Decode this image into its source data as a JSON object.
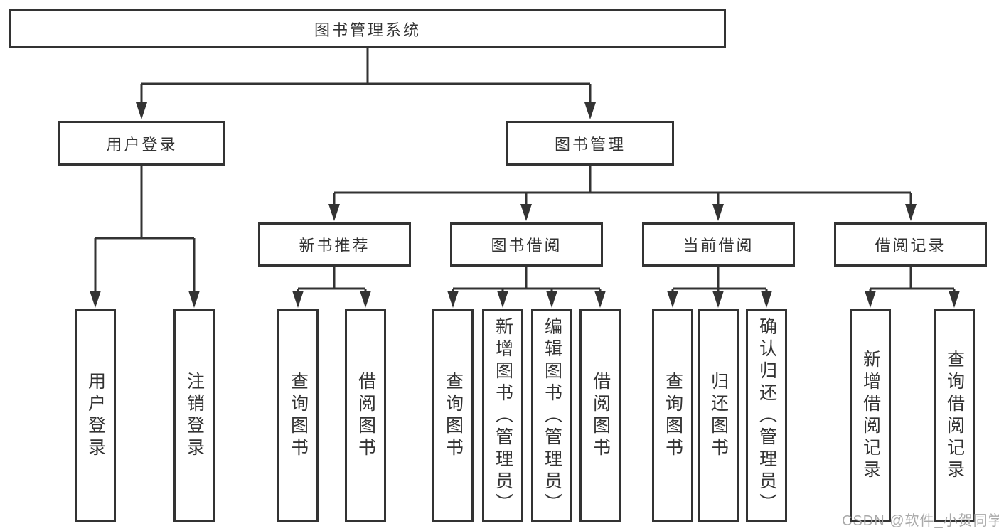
{
  "tree": {
    "root": {
      "label": "图书管理系统"
    },
    "branches": [
      {
        "label": "用户登录",
        "children": [
          {
            "label": "用户登录"
          },
          {
            "label": "注销登录"
          }
        ]
      },
      {
        "label": "图书管理",
        "children": [
          {
            "label": "新书推荐",
            "children": [
              {
                "label": "查询图书"
              },
              {
                "label": "借阅图书"
              }
            ]
          },
          {
            "label": "图书借阅",
            "children": [
              {
                "label": "查询图书"
              },
              {
                "label": "新增图书（管理员）"
              },
              {
                "label": "编辑图书（管理员）"
              },
              {
                "label": "借阅图书"
              }
            ]
          },
          {
            "label": "当前借阅",
            "children": [
              {
                "label": "查询图书"
              },
              {
                "label": "归还图书"
              },
              {
                "label": "确认归还（管理员）"
              }
            ]
          },
          {
            "label": "借阅记录",
            "children": [
              {
                "label": "新增借阅记录"
              },
              {
                "label": "查询借阅记录"
              }
            ]
          }
        ]
      }
    ]
  },
  "watermark": {
    "text": "CSDN @软件_小贺同学"
  },
  "colors": {
    "line": "#333333",
    "text": "#333333",
    "watermark": "#a9a9a9",
    "background": "#ffffff"
  }
}
